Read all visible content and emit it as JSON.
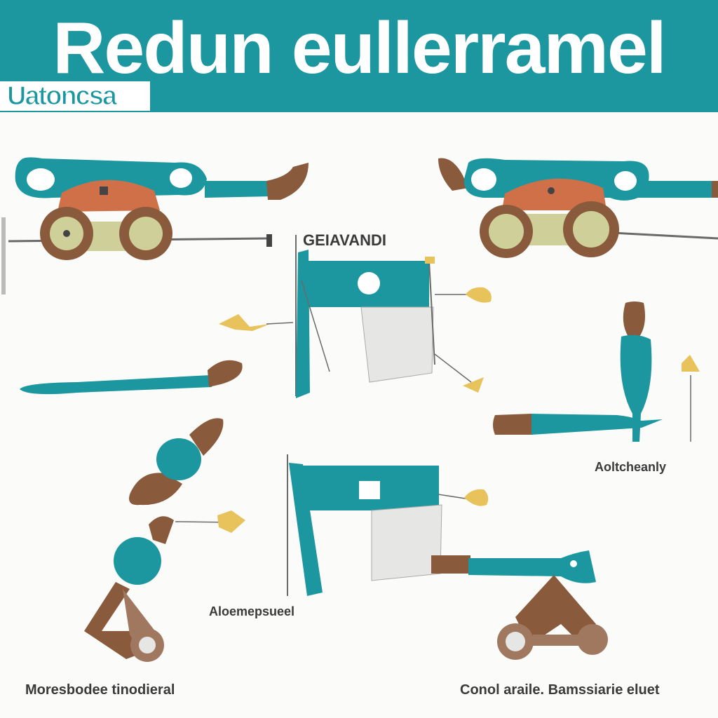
{
  "header": {
    "title": "Redun eullerramel",
    "subtitle": "Uatoncsa"
  },
  "labels": {
    "center_top": "GEIAVANDI",
    "right_middle": "Aoltcheanly",
    "center_bottom": "Aloemepsueel",
    "bottom_left": "Moresbodee tinodieral",
    "bottom_right": "Conol araile. Bamssiarie eluet"
  },
  "colors": {
    "teal": "#1c97a0",
    "orange": "#d07048",
    "brown": "#8a5a3c",
    "wheel_inner": "#cfcf9a",
    "gray_blade": "#e6e6e4",
    "pin_yellow": "#e8c25a",
    "line": "#6a6a6a"
  },
  "icons": [
    "wheeled-cart-icon",
    "shovel-icon",
    "hammer-icon",
    "screwdriver-icon",
    "frame-icon",
    "pin-icon"
  ]
}
